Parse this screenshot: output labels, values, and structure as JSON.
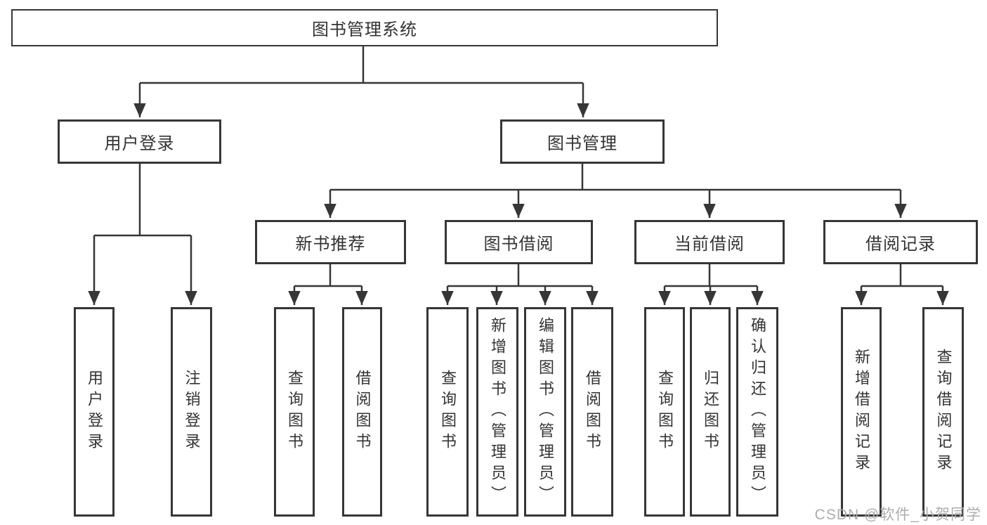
{
  "diagram": {
    "root": {
      "label": "图书管理系统"
    },
    "branches": [
      {
        "label": "用户登录",
        "children": [
          {
            "label": "用户登录"
          },
          {
            "label": "注销登录"
          }
        ]
      },
      {
        "label": "图书管理",
        "children": [
          {
            "label": "新书推荐",
            "children": [
              {
                "label": "查询图书"
              },
              {
                "label": "借阅图书"
              }
            ]
          },
          {
            "label": "图书借阅",
            "children": [
              {
                "label": "查询图书"
              },
              {
                "label": "新增图书（管理员）"
              },
              {
                "label": "编辑图书（管理员）"
              },
              {
                "label": "借阅图书"
              }
            ]
          },
          {
            "label": "当前借阅",
            "children": [
              {
                "label": "查询图书"
              },
              {
                "label": "归还图书"
              },
              {
                "label": "确认归还（管理员）"
              }
            ]
          },
          {
            "label": "借阅记录",
            "children": [
              {
                "label": "新增借阅记录"
              },
              {
                "label": "查询借阅记录"
              }
            ]
          }
        ]
      }
    ]
  },
  "watermark": {
    "text": "CSDN @软件_小贺同学"
  },
  "colors": {
    "line": "#363636",
    "text": "#333333",
    "background": "#ffffff",
    "watermark": "#adadad"
  }
}
